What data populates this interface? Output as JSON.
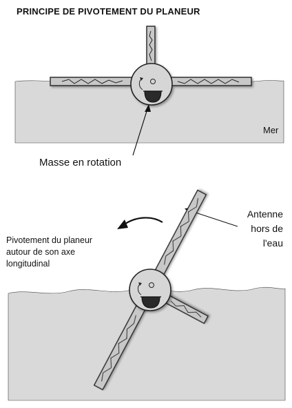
{
  "title": "PRINCIPE DE PIVOTEMENT DU PLANEUR",
  "labels": {
    "sea": "Mer",
    "rotating_mass": "Masse en rotation",
    "pivot": [
      "Pivotement du planeur",
      "autour de son axe",
      "longitudinal"
    ],
    "antenna": [
      "Antenne",
      "hors de",
      "l'eau"
    ]
  },
  "colors": {
    "water": "#d9d9d9",
    "wing": "#c8c8c8",
    "body": "#d6d6d6",
    "outline": "#222222"
  }
}
